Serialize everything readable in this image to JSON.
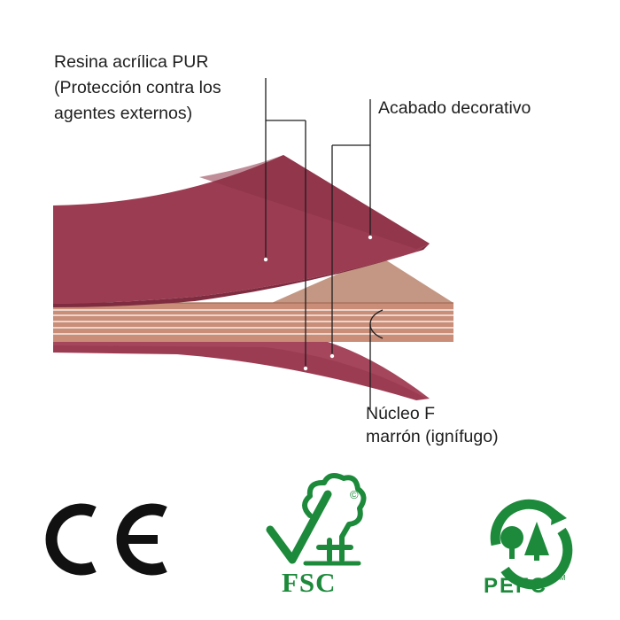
{
  "labels": {
    "resin_line1": "Resina acrílica PUR",
    "resin_line2": "(Protección contra los",
    "resin_line3": "agentes externos)",
    "decor": "Acabado decorativo",
    "core_line1": "Núcleo F",
    "core_line2": "marrón (ignífugo)"
  },
  "logos": {
    "ce": "CE",
    "fsc": "FSC",
    "fsc_mark": "©",
    "pefc": "PEFC",
    "pefc_mark": "TM"
  },
  "colors": {
    "decor_top": "#9c3c52",
    "decor_top_dark": "#7f2c40",
    "core": "#c98d78",
    "core_top": "#c29480",
    "green": "#1c8a3a"
  }
}
